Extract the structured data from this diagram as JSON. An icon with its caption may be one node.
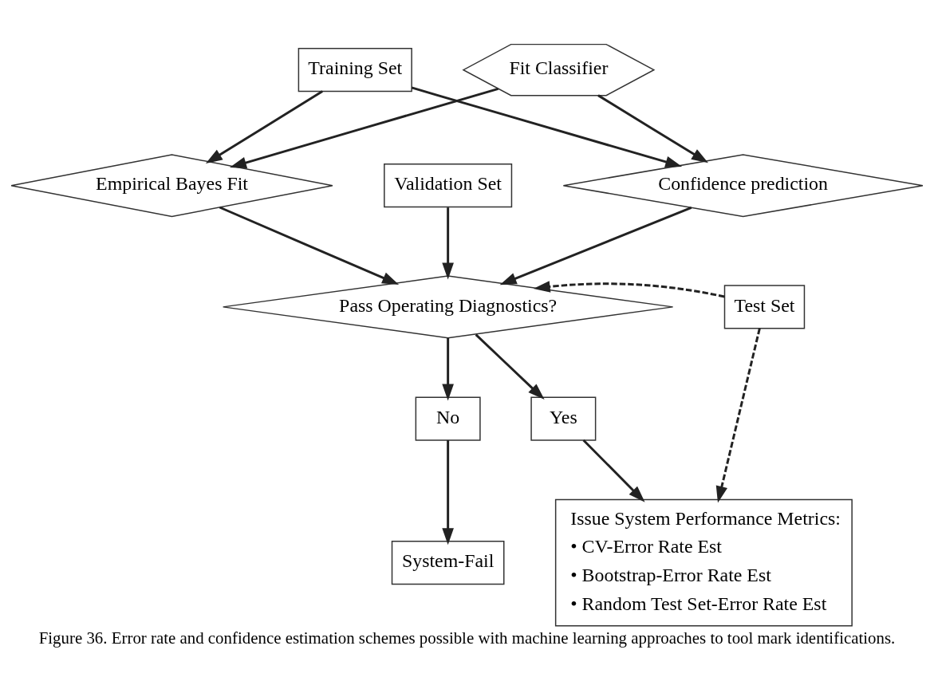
{
  "diagram": {
    "caption": "Figure 36. Error rate and confidence estimation schemes possible with machine learning approaches to tool mark identifications.",
    "nodes": [
      {
        "text": [
          "Training Set"
        ]
      },
      {
        "text": [
          "Fit Classifier"
        ]
      },
      {
        "text": [
          "Empirical Bayes Fit"
        ]
      },
      {
        "text": [
          "Validation Set"
        ]
      },
      {
        "text": [
          "Confidence prediction"
        ]
      },
      {
        "text": [
          "Pass Operating Diagnostics?"
        ]
      },
      {
        "text": [
          "Test Set"
        ]
      },
      {
        "text": [
          "No"
        ]
      },
      {
        "text": [
          "Yes"
        ]
      },
      {
        "text": [
          "System-Fail"
        ]
      },
      {
        "text": [
          "Issue System Performance Metrics:",
          "• CV-Error Rate Est",
          "• Bootstrap-Error Rate Est",
          "• Random Test Set-Error Rate Est"
        ]
      }
    ],
    "edges": [
      {
        "from": 0,
        "to": 2,
        "arrow": "to"
      },
      {
        "from": 0,
        "to": 4,
        "arrow": "to"
      },
      {
        "from": 1,
        "to": 2,
        "arrow": "to"
      },
      {
        "from": 1,
        "to": 4,
        "arrow": "to"
      },
      {
        "from": 2,
        "to": 5,
        "arrow": "to"
      },
      {
        "from": 3,
        "to": 5,
        "arrow": "to"
      },
      {
        "from": 4,
        "to": 5,
        "arrow": "to"
      },
      {
        "from": 6,
        "to": 5,
        "arrow": "to",
        "style": "dashed"
      },
      {
        "from": 5,
        "to": 7,
        "arrow": "to"
      },
      {
        "from": 5,
        "to": 8,
        "arrow": "to"
      },
      {
        "from": 7,
        "to": 9,
        "arrow": "to"
      },
      {
        "from": 8,
        "to": 10,
        "arrow": "to"
      },
      {
        "from": 6,
        "to": 10,
        "arrow": "to",
        "style": "dashed"
      }
    ]
  }
}
